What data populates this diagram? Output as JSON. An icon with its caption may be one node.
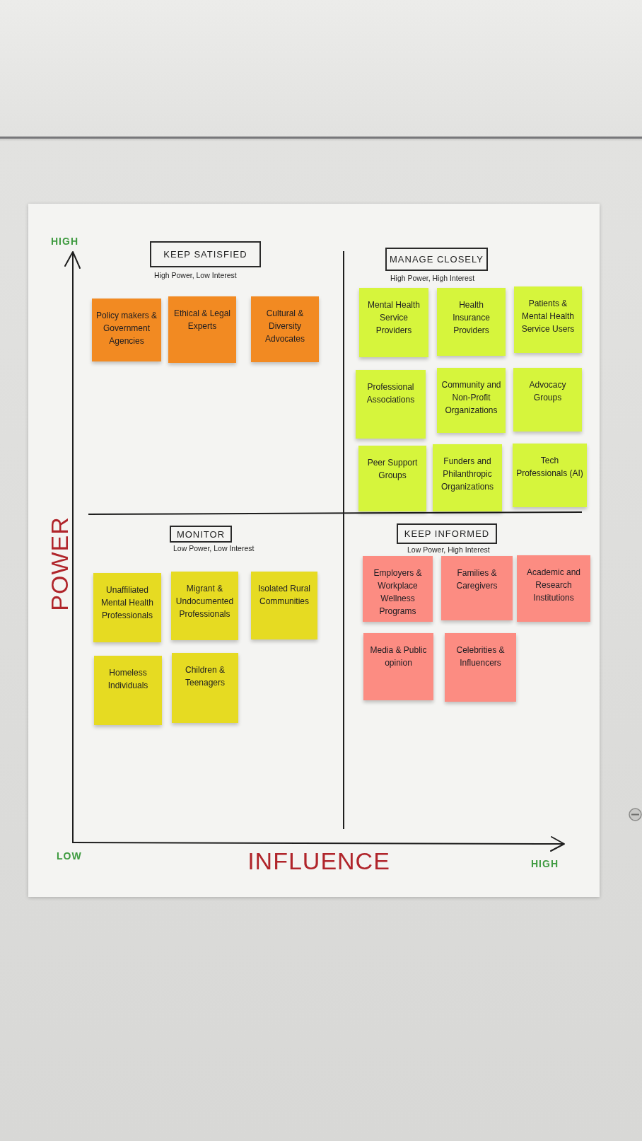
{
  "diagram": {
    "nodes": [
      {
        "text": [
          "KEEP SATISFIED"
        ],
        "beside": [
          "High Power, Low Interest"
        ]
      },
      {
        "text": [
          "Policy makers & Government Agencies"
        ]
      },
      {
        "text": [
          "Ethical & Legal Experts"
        ]
      },
      {
        "text": [
          "Cultural & Diversity Advocates"
        ]
      },
      {
        "text": [
          "MANAGE CLOSELY"
        ],
        "beside": [
          "High Power, High Interest"
        ]
      },
      {
        "text": [
          "Mental Health Service Providers"
        ]
      },
      {
        "text": [
          "Health Insurance Providers"
        ]
      },
      {
        "text": [
          "Patients & Mental Health Service Users"
        ]
      },
      {
        "text": [
          "Professional Associations"
        ]
      },
      {
        "text": [
          "Community and Non-Profit Organizations"
        ]
      },
      {
        "text": [
          "Advocacy Groups"
        ]
      },
      {
        "text": [
          "Peer Support Groups"
        ]
      },
      {
        "text": [
          "Funders and Philanthropic Organizations"
        ]
      },
      {
        "text": [
          "Tech Professionals (AI)"
        ]
      },
      {
        "text": [
          "MONITOR"
        ],
        "beside": [
          "Low Power, Low Interest"
        ]
      },
      {
        "text": [
          "Unaffiliated Mental Health Professionals"
        ]
      },
      {
        "text": [
          "Migrant & Undocumented Professionals"
        ]
      },
      {
        "text": [
          "Isolated Rural Communities"
        ]
      },
      {
        "text": [
          "Homeless Individuals"
        ]
      },
      {
        "text": [
          "Children & Teenagers"
        ]
      },
      {
        "text": [
          "KEEP INFORMED"
        ],
        "beside": [
          "Low Power, High Interest"
        ]
      },
      {
        "text": [
          "Employers & Workplace Wellness Programs"
        ]
      },
      {
        "text": [
          "Families & Caregivers"
        ]
      },
      {
        "text": [
          "Academic and Research Institutions"
        ]
      },
      {
        "text": [
          "Media & Public opinion"
        ]
      },
      {
        "text": [
          "Celebrities & Influencers"
        ]
      }
    ],
    "labels": [
      "HIGH",
      "POWER",
      "LOW",
      "INFLUENCE",
      "HIGH"
    ]
  }
}
